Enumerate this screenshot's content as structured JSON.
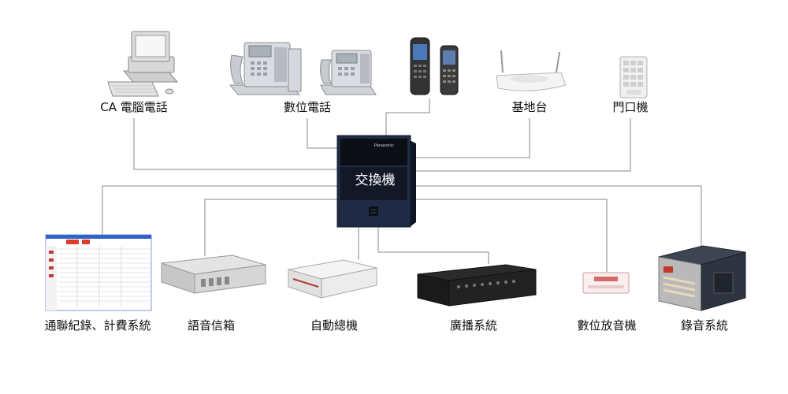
{
  "center": {
    "label": "交換機",
    "brand": "Panasonic"
  },
  "top_devices": [
    {
      "id": "ca",
      "label": "CA 電腦電話",
      "icon": "computer-icon"
    },
    {
      "id": "digital",
      "label": "數位電話",
      "icon": "desk-phone-icon"
    },
    {
      "id": "mobile",
      "label": "",
      "icon": "cordless-phone-icon"
    },
    {
      "id": "base",
      "label": "基地台",
      "icon": "wireless-base-station-icon"
    },
    {
      "id": "door",
      "label": "門口機",
      "icon": "door-intercom-icon"
    }
  ],
  "bottom_devices": [
    {
      "id": "billing",
      "label": "通聯紀錄、計費系統",
      "icon": "billing-software-screen-icon"
    },
    {
      "id": "voicemail",
      "label": "語音信箱",
      "icon": "voicemail-unit-icon"
    },
    {
      "id": "autoattendant",
      "label": "自動總機",
      "icon": "auto-attendant-unit-icon"
    },
    {
      "id": "paging",
      "label": "廣播系統",
      "icon": "amplifier-icon"
    },
    {
      "id": "announcer",
      "label": "數位放音機",
      "icon": "digital-announcer-icon"
    },
    {
      "id": "recorder",
      "label": "錄音系統",
      "icon": "recorder-server-icon"
    }
  ],
  "colors": {
    "line": "#9a9a9a",
    "pbx_body": "#1e2a44",
    "pbx_dark": "#0c0f17",
    "pbx_text": "#ffffff"
  }
}
